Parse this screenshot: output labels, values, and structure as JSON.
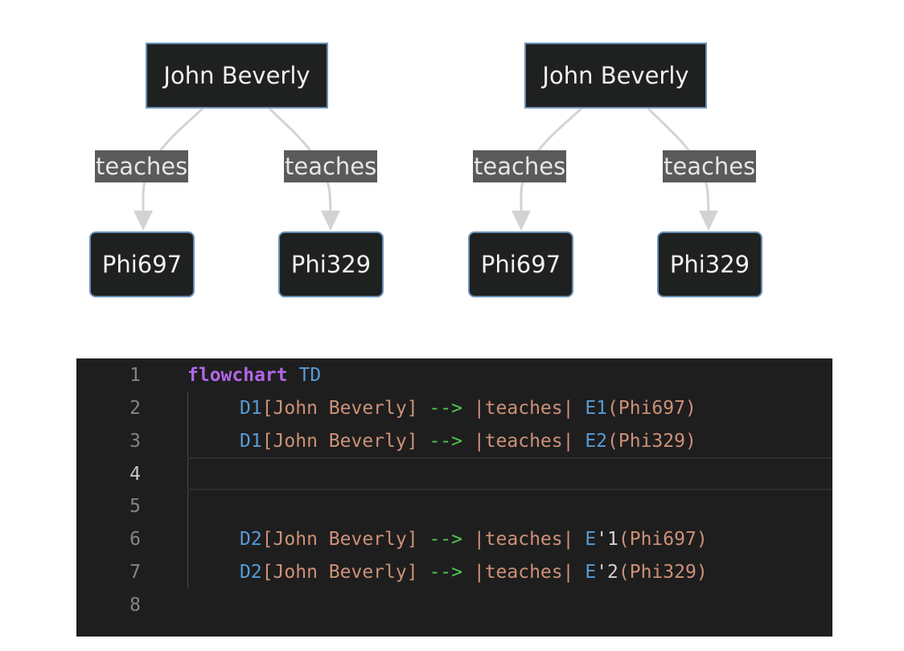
{
  "diagram": {
    "left_graph": {
      "parent": "John Beverly",
      "edge_left": "teaches",
      "edge_right": "teaches",
      "child_left": "Phi697",
      "child_right": "Phi329"
    },
    "right_graph": {
      "parent": "John Beverly",
      "edge_left": "teaches",
      "edge_right": "teaches",
      "child_left": "Phi697",
      "child_right": "Phi329"
    },
    "colors": {
      "node_fill": "#1f2020",
      "node_border": "#6a8fb5",
      "edge": "#d3d3d3",
      "label_bg": "#5a5a5a"
    }
  },
  "editor": {
    "line_numbers": [
      "1",
      "2",
      "3",
      "4",
      "5",
      "6",
      "7",
      "8"
    ],
    "active_line": "4",
    "line1": {
      "keyword": "flowchart",
      "direction": "TD"
    },
    "line2": {
      "id1": "D1",
      "text1": "[John Beverly]",
      "arrow": "-->",
      "label": "|teaches|",
      "id2": "E1",
      "text2": "(Phi697)"
    },
    "line3": {
      "id1": "D1",
      "text1": "[John Beverly]",
      "arrow": "-->",
      "label": "|teaches|",
      "id2": "E2",
      "text2": "(Phi329)"
    },
    "line6": {
      "id1": "D2",
      "text1": "[John Beverly]",
      "arrow": "-->",
      "label": "|teaches|",
      "id2a": "E",
      "id2b": "'1",
      "text2": "(Phi697)"
    },
    "line7": {
      "id1": "D2",
      "text1": "[John Beverly]",
      "arrow": "-->",
      "label": "|teaches|",
      "id2a": "E",
      "id2b": "'2",
      "text2": "(Phi329)"
    },
    "colors": {
      "background": "#1e1e1e",
      "keyword": "#b267e6",
      "identifier": "#569cd6",
      "string": "#ce9178",
      "arrow": "#4ec94e"
    }
  }
}
